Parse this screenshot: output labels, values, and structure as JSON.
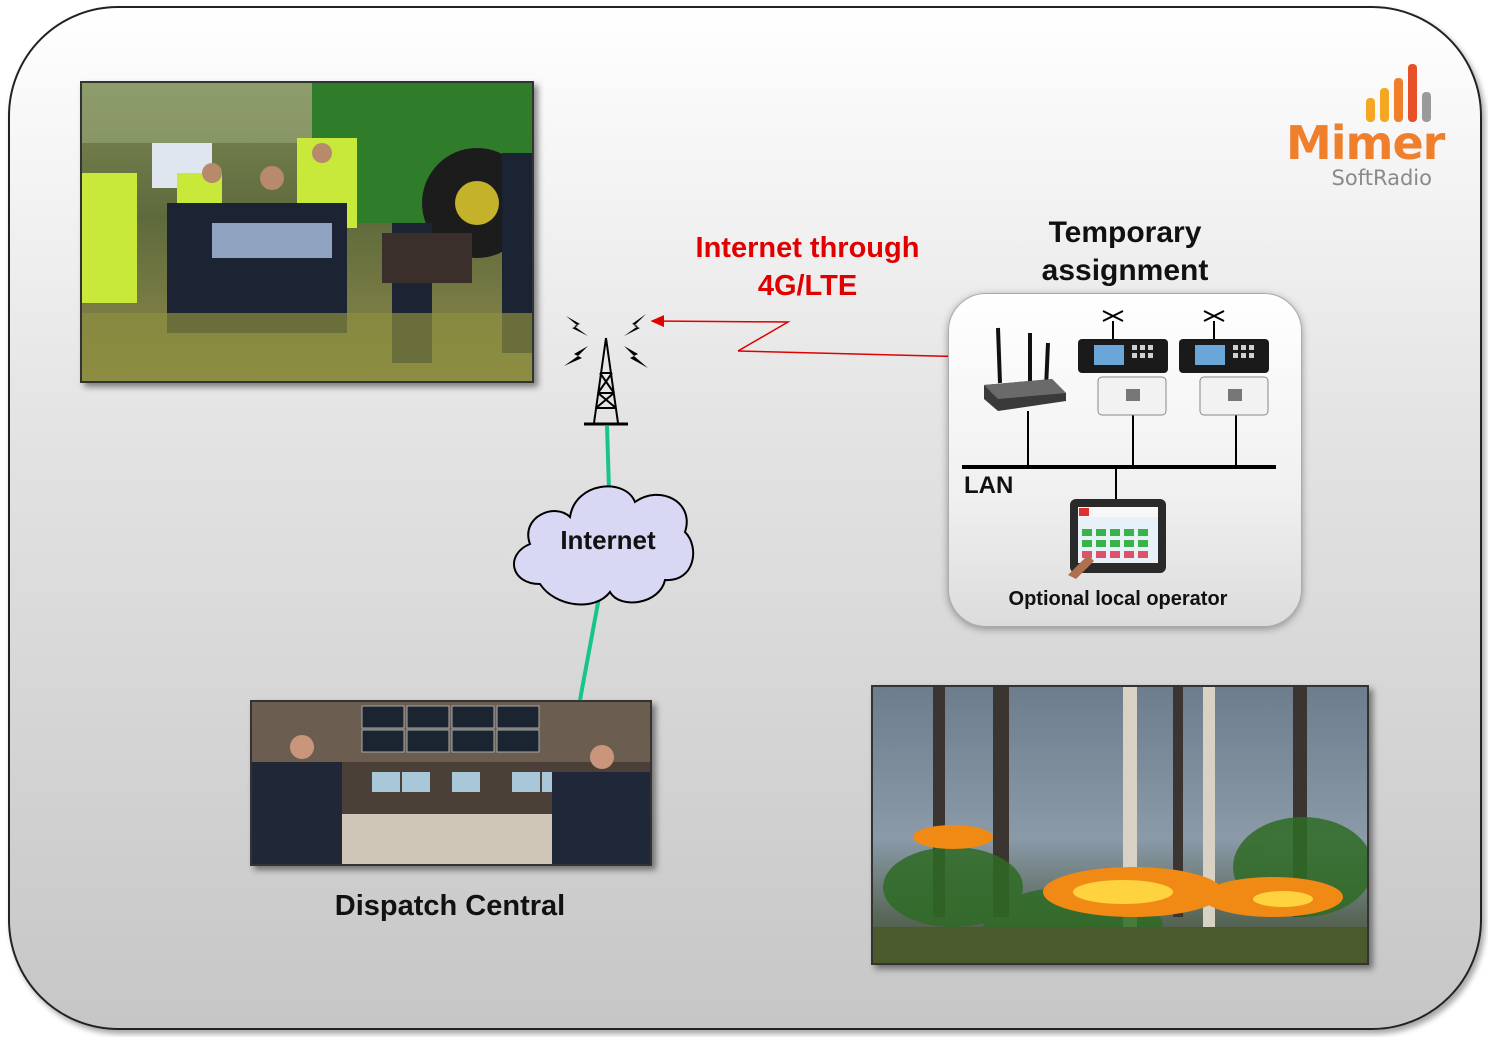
{
  "logo": {
    "name": "Mimer",
    "sub": "SoftRadio",
    "bar_colors": [
      "#f5a623",
      "#f07f2c",
      "#e8502a",
      "#9a9a9a"
    ]
  },
  "labels": {
    "internet_link": [
      "Internet through",
      "4G/LTE"
    ],
    "cloud": "Internet",
    "temporary": [
      "Temporary",
      "assignment"
    ],
    "lan": "LAN",
    "operator": "Optional local operator",
    "dispatch": "Dispatch Central"
  },
  "colors": {
    "link_red": "#e00000",
    "connector_green": "#19c48a",
    "cloud_fill": "#d8d8f4"
  },
  "icons": [
    "radio-tower-icon",
    "router-icon",
    "radio-unit-icon",
    "touch-terminal-icon",
    "cloud-icon"
  ]
}
